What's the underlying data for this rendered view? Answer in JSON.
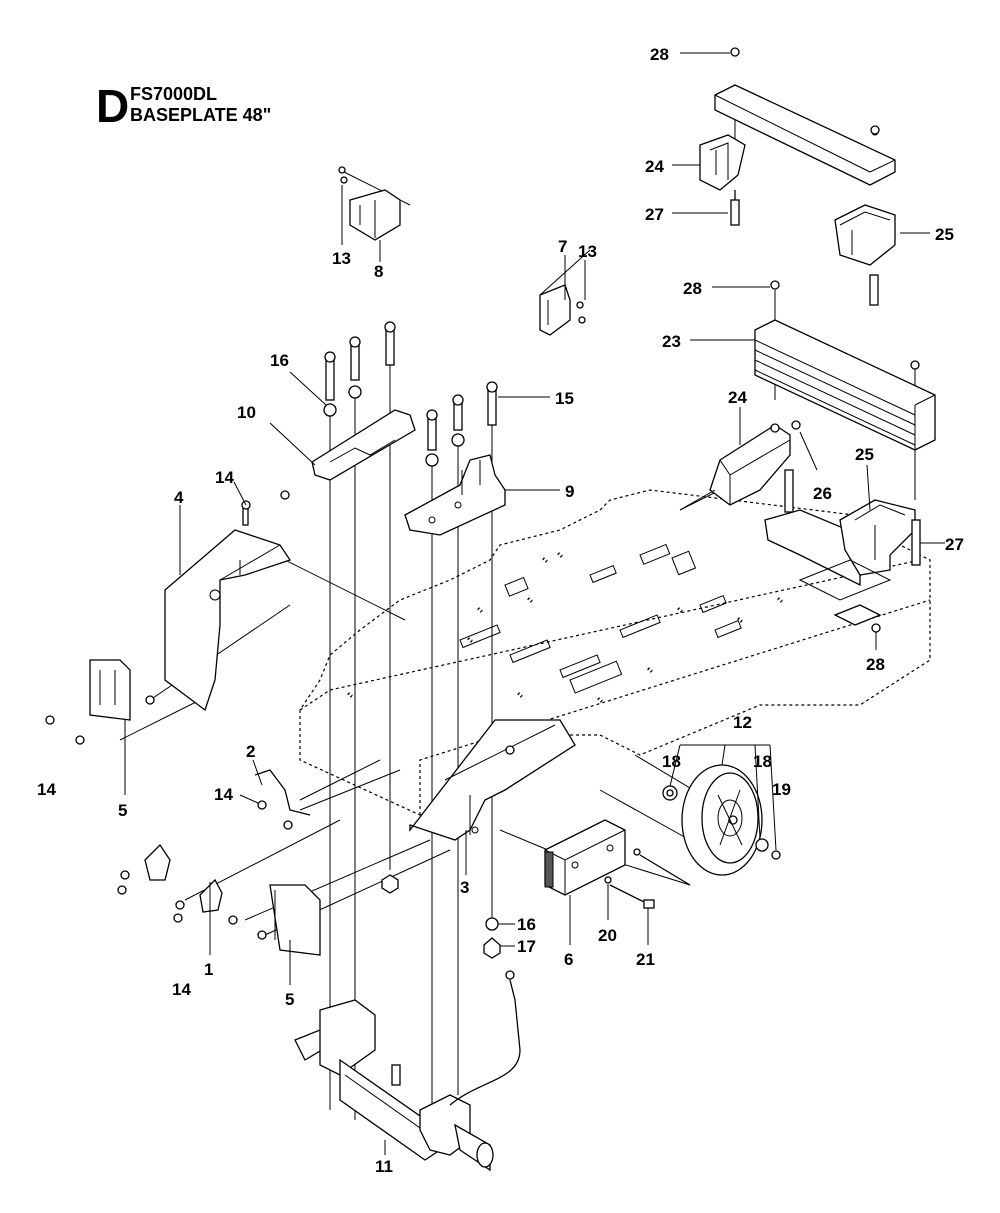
{
  "header": {
    "section_letter": "D",
    "model": "FS7000DL",
    "assembly": "BASEPLATE 48\""
  },
  "callouts": {
    "c28_top": "28",
    "c24_top": "24",
    "c27_top": "27",
    "c25_top": "25",
    "c28_mid": "28",
    "c23": "23",
    "c24_mid": "24",
    "c26": "26",
    "c25_mid": "25",
    "c27_mid": "27",
    "c28_low": "28",
    "c13_left": "13",
    "c8": "8",
    "c7": "7",
    "c13_right": "13",
    "c16_top": "16",
    "c10": "10",
    "c15": "15",
    "c9": "9",
    "c14_top": "14",
    "c4": "4",
    "c14_left": "14",
    "c5_left": "5",
    "c2": "2",
    "c14_mid": "14",
    "c3": "3",
    "c12": "12",
    "c18_left": "18",
    "c18_right": "18",
    "c19": "19",
    "c1": "1",
    "c14_low": "14",
    "c5_low": "5",
    "c16_low": "16",
    "c17": "17",
    "c6": "6",
    "c20": "20",
    "c21": "21",
    "c11": "11"
  }
}
